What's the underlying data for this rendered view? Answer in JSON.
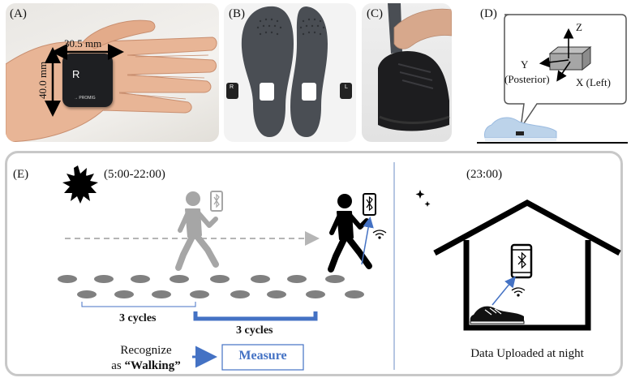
{
  "panels": {
    "a": {
      "label": "(A)",
      "device_letter": "R",
      "brand_text": "→ PROMIG",
      "width_dim": "30.5 mm",
      "height_dim": "40.0 mm"
    },
    "b": {
      "label": "(B)",
      "left_device_letter": "R",
      "right_device_letter": "L"
    },
    "c": {
      "label": "(C)"
    },
    "d": {
      "label": "(D)",
      "axis_z": "Z",
      "axis_y": "Y",
      "axis_y_sub": "(Posterior)",
      "axis_x": "X (Left)"
    },
    "e": {
      "label": "(E)",
      "day_time": "(5:00-22:00)",
      "night_time": "(23:00)",
      "cycles_a": "3 cycles",
      "cycles_b": "3 cycles",
      "recognize_line1": "Recognize",
      "recognize_line2_prefix": "as",
      "recognize_word": "“Walking”",
      "measure_label": "Measure",
      "upload_text": "Data Uploaded at night"
    }
  },
  "colors": {
    "accent_blue": "#4472c4",
    "border_gray": "#c8c8c8",
    "walker_gray": "#a6a6a6",
    "footprint": "#808080"
  }
}
